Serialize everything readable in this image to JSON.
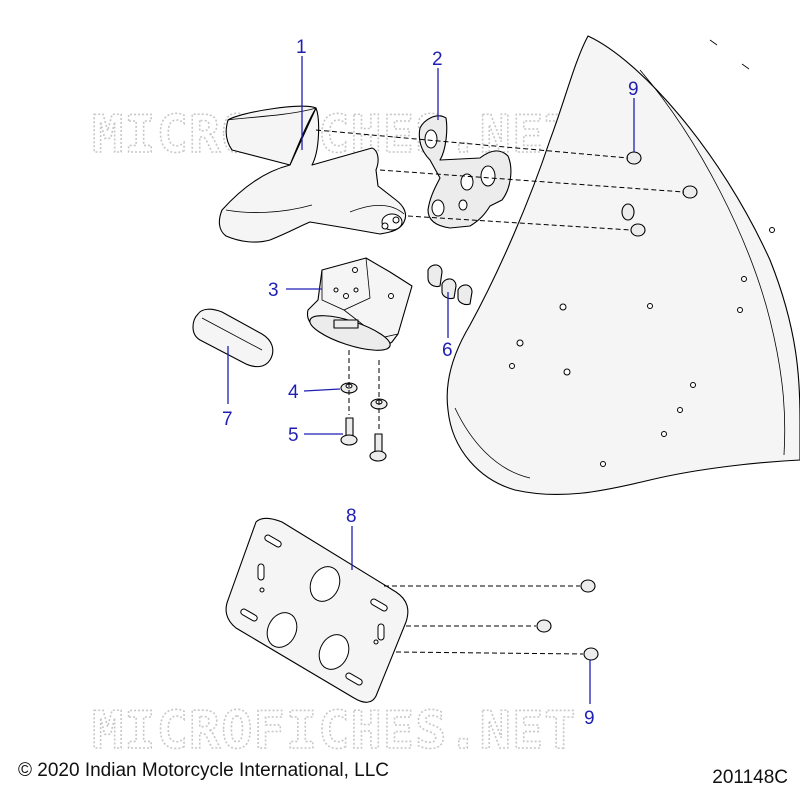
{
  "watermark": "MICROFICHES.NET",
  "copyright": "© 2020 Indian Motorcycle International, LLC",
  "figure_number": "201148C",
  "callouts": [
    {
      "id": "callout-1",
      "label": "1"
    },
    {
      "id": "callout-2",
      "label": "2"
    },
    {
      "id": "callout-9-top",
      "label": "9"
    },
    {
      "id": "callout-3",
      "label": "3"
    },
    {
      "id": "callout-6",
      "label": "6"
    },
    {
      "id": "callout-7",
      "label": "7"
    },
    {
      "id": "callout-4",
      "label": "4"
    },
    {
      "id": "callout-5",
      "label": "5"
    },
    {
      "id": "callout-8",
      "label": "8"
    },
    {
      "id": "callout-9-bottom",
      "label": "9"
    }
  ],
  "colors": {
    "callout": "#1f1fb4",
    "line": "#000000",
    "part_fill": "#f5f5f5",
    "watermark": "#c8c8c8"
  }
}
